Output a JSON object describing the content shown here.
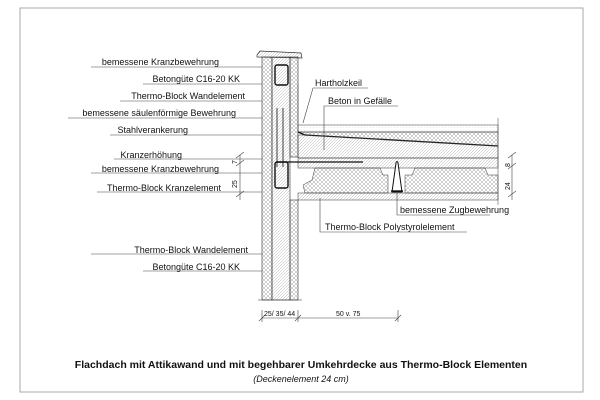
{
  "labels_left": [
    "bemessene Kranzbewehrung",
    "Betongüte C16-20 KK",
    "Thermo-Block Wandelement",
    "bemessene säulenförmige Bewehrung",
    "Stahlverankerung",
    "Kranzerhöhung",
    "bemessene Kranzbewehrung",
    "Thermo-Block Kranzelement",
    "Thermo-Block Wandelement",
    "Betongüte C16-20 KK"
  ],
  "labels_right": [
    "Hartholzkeil",
    "Beton in Gefälle",
    "bemessene Zugbewehrung",
    "Thermo-Block Polystyrolelement"
  ],
  "dimensions": {
    "left_upper": "7",
    "left_lower": "25",
    "right_upper": "8",
    "right_lower": "24",
    "wall_width": "25/ 35/ 44",
    "slab_span": "50 v. 75"
  },
  "title": "Flachdach mit Attikawand und mit begehbarer Umkehrdecke aus Thermo-Block Elementen",
  "subtitle": "(Deckenelement 24 cm)"
}
